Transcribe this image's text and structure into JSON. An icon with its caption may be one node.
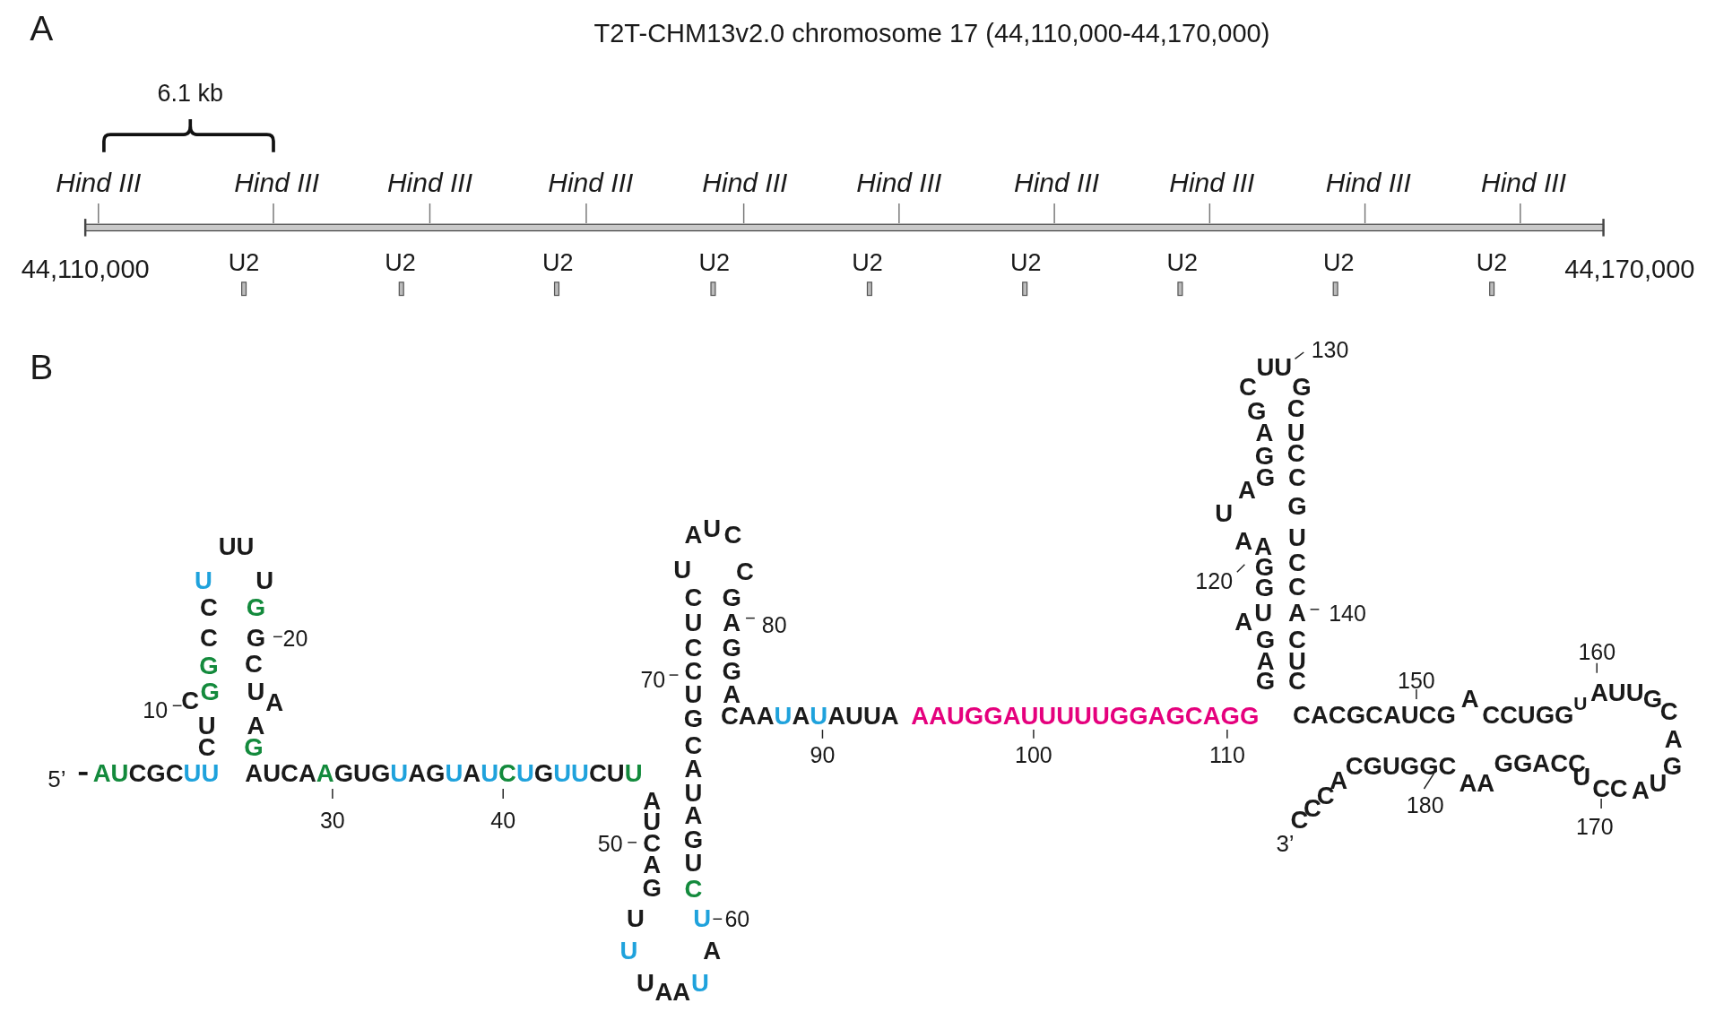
{
  "diagram": {
    "title": "T2T-CHM13v2.0 chromosome 17 (44,110,000-44,170,000)",
    "labels": [
      "A",
      "6.1 kb",
      "Hind III",
      "Hind III",
      "Hind III",
      "Hind III",
      "Hind III",
      "Hind III",
      "Hind III",
      "Hind III",
      "Hind III",
      "Hind III",
      "44,110,000",
      "U2",
      "U2",
      "U2",
      "U2",
      "U2",
      "U2",
      "U2",
      "U2",
      "U2",
      "44,170,000",
      "B",
      "5’",
      "AUCGCUU",
      "C",
      "U",
      "10",
      "C",
      "G",
      "G",
      "C",
      "C",
      "U",
      "UU",
      "U",
      "G",
      "G",
      "20",
      "C",
      "U",
      "A",
      "A",
      "G",
      "AUCAAGUGUAGUAUCUGUUCUU",
      "30",
      "40",
      "A",
      "U",
      "50",
      "C",
      "A",
      "G",
      "U",
      "U",
      "U",
      "A",
      "A",
      "U",
      "A",
      "U",
      "60",
      "C",
      "U",
      "G",
      "A",
      "U",
      "A",
      "C",
      "G",
      "U",
      "70",
      "C",
      "C",
      "U",
      "C",
      "U",
      "A",
      "U",
      "C",
      "C",
      "G",
      "A",
      "80",
      "G",
      "G",
      "A",
      "CAAUAUAUUA",
      "90",
      "AAUGGAUUUUUGGAGCAGG",
      "100",
      "110",
      "G",
      "A",
      "G",
      "U",
      "A",
      "G",
      "G",
      "A",
      "120",
      "A",
      "U",
      "A",
      "G",
      "G",
      "A",
      "G",
      "C",
      "UU",
      "130",
      "G",
      "C",
      "U",
      "C",
      "C",
      "G",
      "U",
      "C",
      "C",
      "A",
      "140",
      "C",
      "U",
      "C",
      "CACGCAUCG",
      "150",
      "A",
      "CCUGG",
      "U",
      "AUU",
      "160",
      "G",
      "C",
      "A",
      "3’",
      "C",
      "C",
      "C",
      "A",
      "CGUGGC",
      "180",
      "AA",
      "GGACC",
      "U",
      "C",
      "C",
      "170",
      "A",
      "U",
      "G"
    ]
  }
}
